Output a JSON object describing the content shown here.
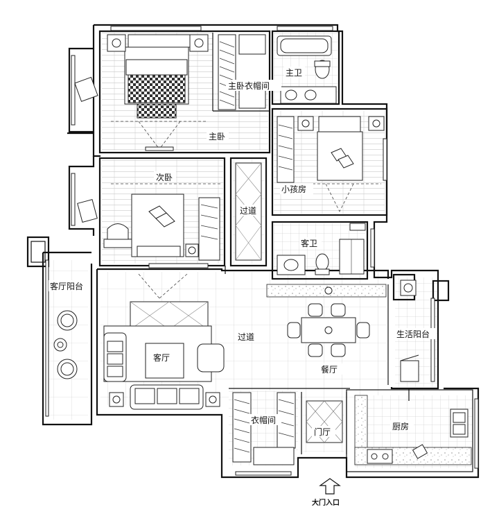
{
  "rooms": {
    "master_bedroom": "主卧",
    "master_closet": "主卧衣帽间",
    "master_bath": "主卫",
    "second_bedroom": "次卧",
    "kids_room": "小孩房",
    "hallway_upper": "过道",
    "guest_bath": "客卫",
    "living_balcony": "客厅阳台",
    "living_room": "客厅",
    "hallway_main": "过道",
    "dining_room": "餐厅",
    "utility_balcony": "生活阳台",
    "cloakroom": "衣帽间",
    "foyer": "门厅",
    "kitchen": "厨房"
  },
  "entrance": {
    "label": "大门入口",
    "icon": "up-arrow-icon"
  }
}
